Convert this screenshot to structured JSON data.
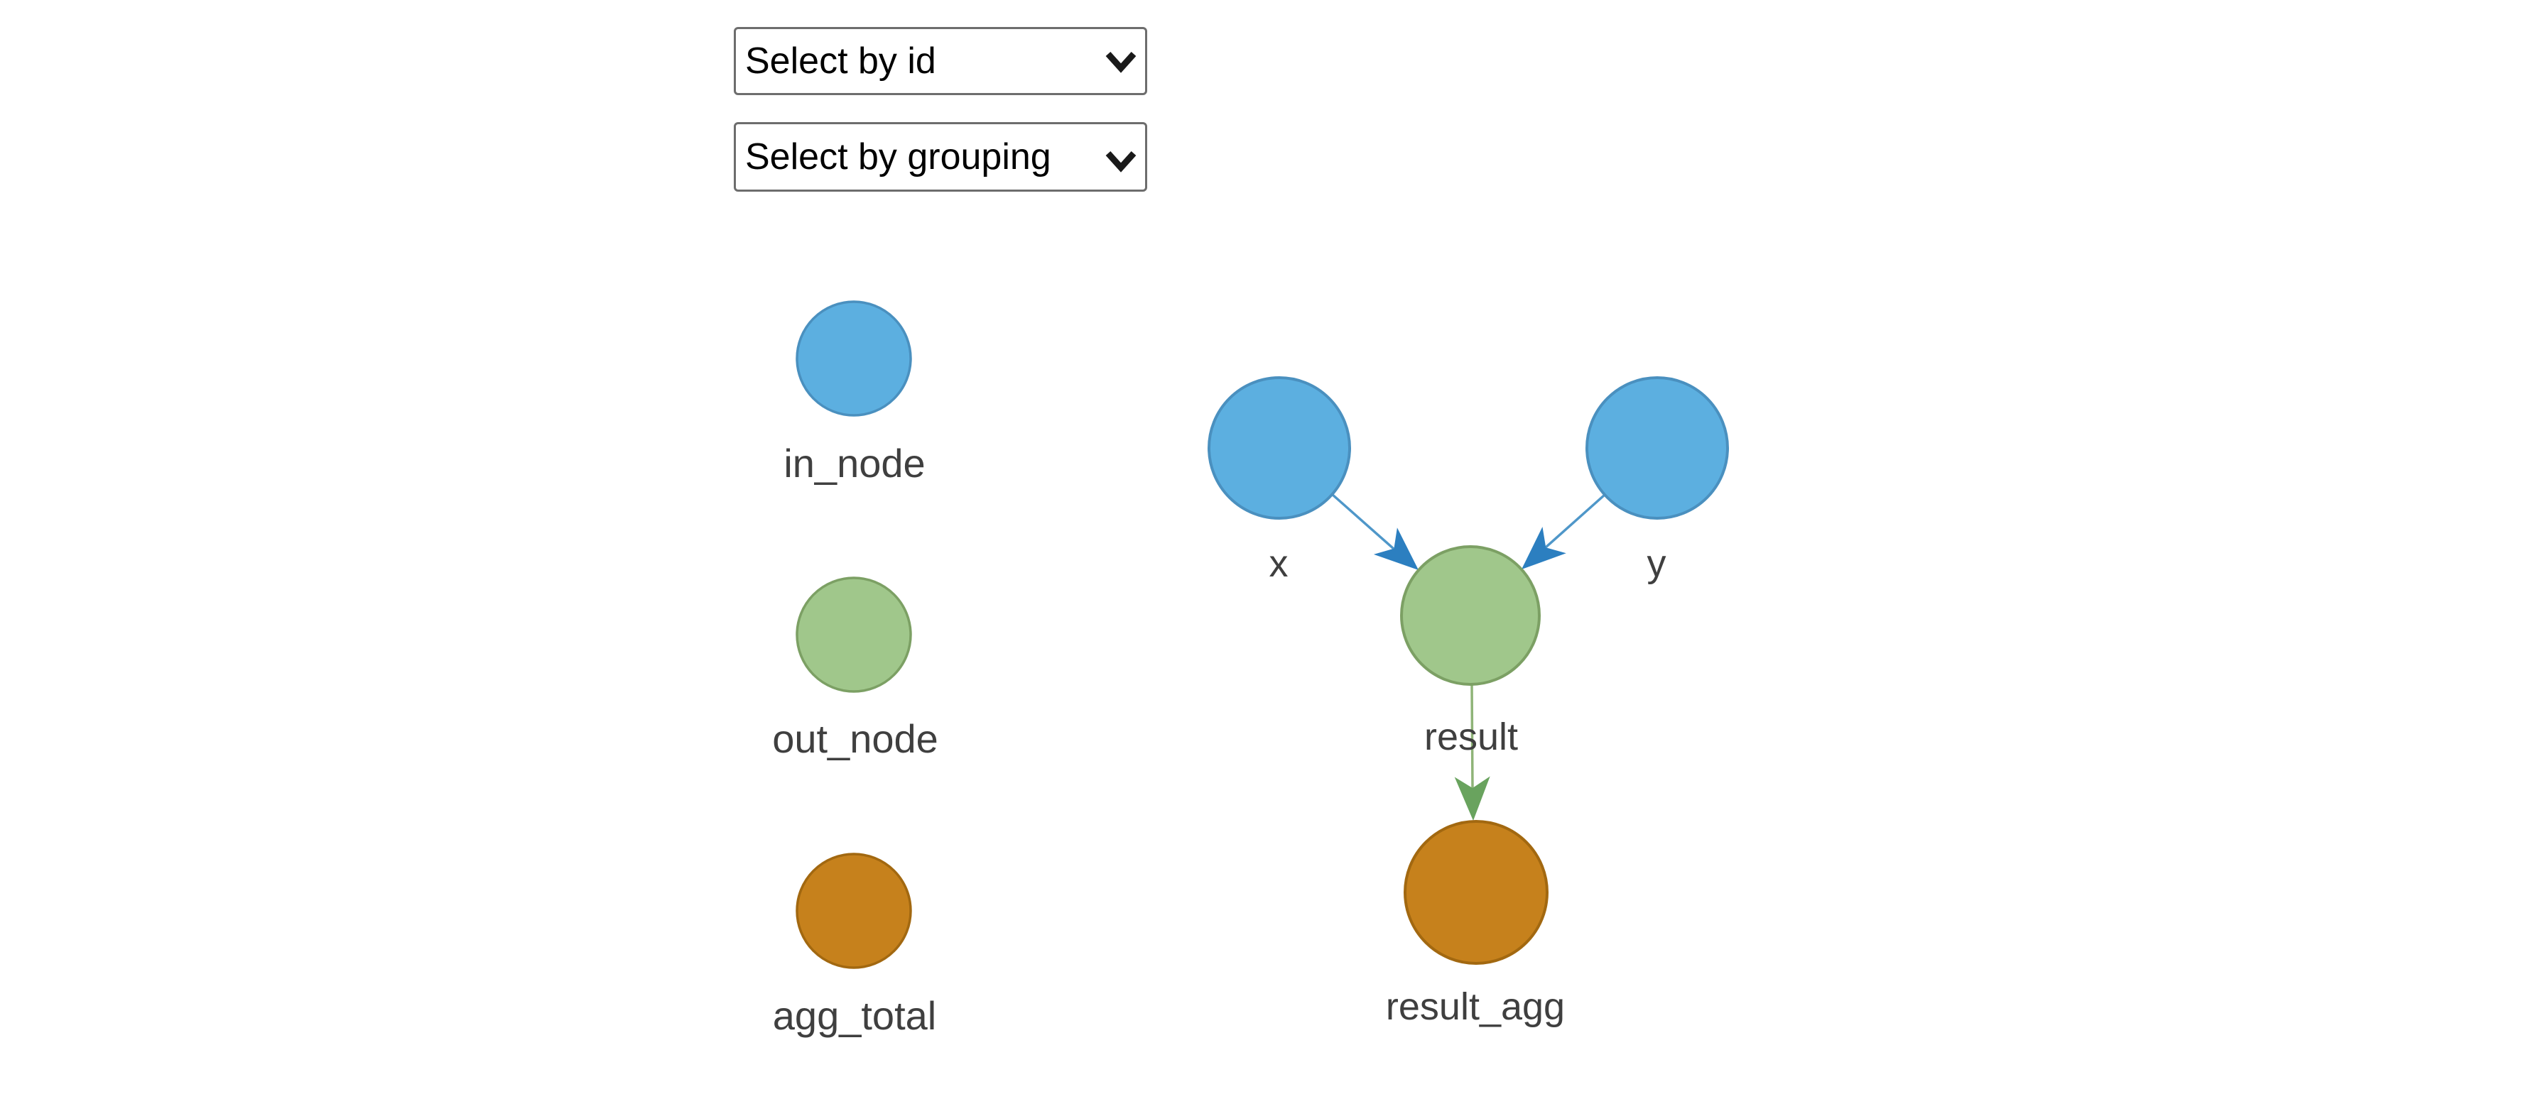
{
  "controls": {
    "select_by_id": {
      "value": "Select by id",
      "options": [
        "Select by id"
      ]
    },
    "select_by_grouping": {
      "value": "Select by grouping",
      "options": [
        "Select by grouping"
      ]
    }
  },
  "legend": {
    "items": [
      {
        "label": "in_node",
        "fill": "#5cafe0",
        "stroke": "#4a90bf"
      },
      {
        "label": "out_node",
        "fill": "#a0c78b",
        "stroke": "#7ca064"
      },
      {
        "label": "agg_total",
        "fill": "#c6811c",
        "stroke": "#a26810"
      }
    ]
  },
  "graph": {
    "nodes": [
      {
        "id": "x",
        "label": "x",
        "fill": "#5cafe0",
        "stroke": "#4a90bf"
      },
      {
        "id": "y",
        "label": "y",
        "fill": "#5cafe0",
        "stroke": "#4a90bf"
      },
      {
        "id": "result",
        "label": "result",
        "fill": "#a0c78b",
        "stroke": "#7ca064"
      },
      {
        "id": "result_agg",
        "label": "result_agg",
        "fill": "#c6811c",
        "stroke": "#a26810"
      }
    ],
    "edges": [
      {
        "from": "x",
        "to": "result",
        "line": "#4f97c9",
        "arrow": "#2c7fc0"
      },
      {
        "from": "y",
        "to": "result",
        "line": "#4f97c9",
        "arrow": "#2c7fc0"
      },
      {
        "from": "result",
        "to": "result_agg",
        "line": "#8fb478",
        "arrow": "#69a35e"
      }
    ]
  },
  "colors": {
    "label_text": "#3f3f3f",
    "select_border": "#6d6d6d",
    "select_text": "#000000",
    "chevron": "#1a1a1a",
    "background": "#ffffff"
  }
}
